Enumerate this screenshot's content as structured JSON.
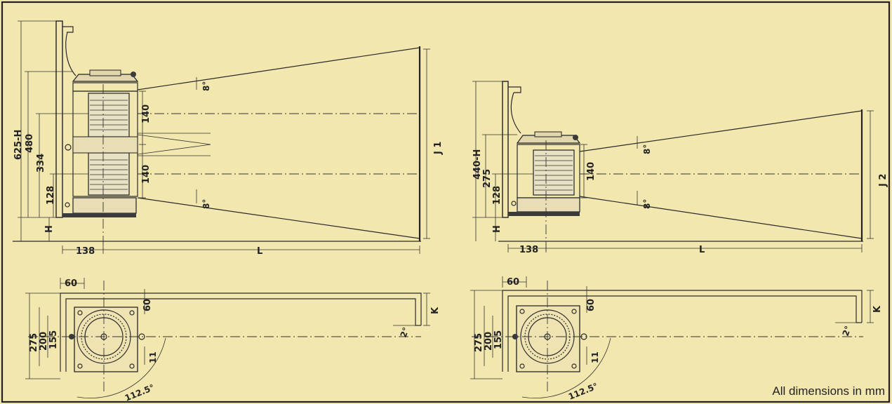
{
  "left_elevation": {
    "overall_height": "625-H",
    "height_480": "480",
    "height_334": "334",
    "height_128": "128",
    "height_h": "H",
    "section_upper": "140",
    "section_lower": "140",
    "angle_top": "8°",
    "angle_bottom": "8°",
    "bracket_depth": "138",
    "length": "L",
    "projection": "J 1"
  },
  "right_elevation": {
    "overall_height": "440-H",
    "height_275": "275",
    "height_128": "128",
    "height_h": "H",
    "section": "140",
    "angle_top": "8°",
    "angle_bottom": "8°",
    "bracket_depth": "138",
    "length": "L",
    "projection": "J 2"
  },
  "left_plan": {
    "offset_60_h": "60",
    "offset_60_v": "60",
    "width_275": "275",
    "width_200": "200",
    "width_155": "155",
    "gap_11": "11",
    "arc_angle": "112.5°",
    "tilt": "2°",
    "k": "K"
  },
  "right_plan": {
    "offset_60_h": "60",
    "offset_60_v": "60",
    "width_275": "275",
    "width_200": "200",
    "width_155": "155",
    "gap_11": "11",
    "arc_angle": "112.5°",
    "tilt": "2°",
    "k": "K"
  },
  "footer_note": "All dimensions in mm"
}
